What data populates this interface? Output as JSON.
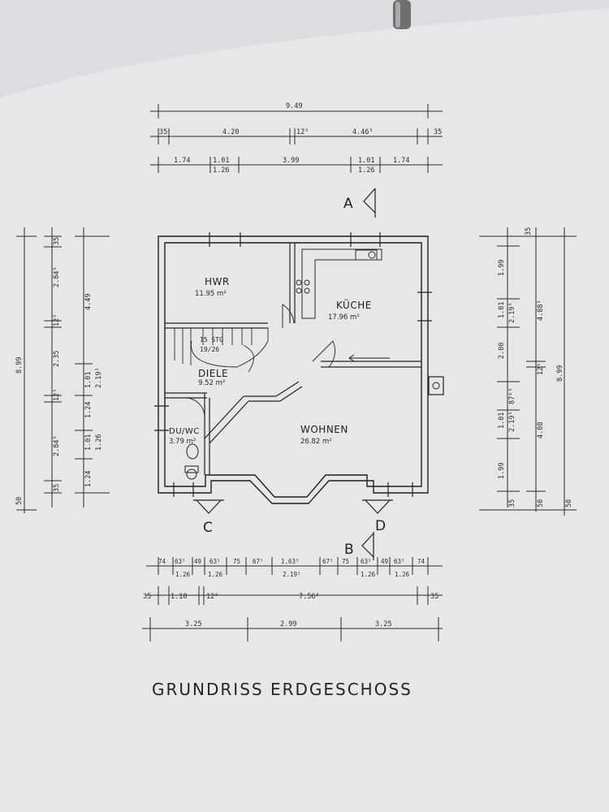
{
  "title": "GRUNDRISS ERDGESCHOSS",
  "rooms": [
    {
      "name": "HWR",
      "area": "11.95 m²"
    },
    {
      "name": "KÜCHE",
      "area": "17.96 m²"
    },
    {
      "name": "DIELE",
      "area": "9.52 m²"
    },
    {
      "name": "WOHNEN",
      "area": "26.82 m²"
    },
    {
      "name": "DU/WC",
      "area": "3.79 m²"
    }
  ],
  "stair": {
    "steps": "15 STG",
    "ratio": "19/26"
  },
  "section_markers": [
    "A",
    "B",
    "C",
    "D"
  ],
  "dims_top": {
    "overall": "9.49",
    "row2": [
      "35",
      "4.20",
      "12⁵",
      "4.46⁵",
      "35"
    ],
    "row3": [
      "1.74",
      "1.01",
      "1.26",
      "3.99",
      "1.01",
      "1.26",
      "1.74"
    ]
  },
  "dims_bottom": {
    "row1": [
      "74",
      "63⁵",
      "49",
      "63⁵",
      "75",
      "67⁵",
      "1.63⁵",
      "67⁵",
      "75",
      "63⁵",
      "49",
      "63⁵",
      "74"
    ],
    "row1_sub": [
      "1.26",
      "1.26",
      "2.19⁵",
      "1.26",
      "1.26"
    ],
    "row2": [
      "35",
      "1.10",
      "12⁵",
      "7.56⁵",
      "35"
    ],
    "row3": [
      "3.25",
      "2.99",
      "3.25"
    ]
  },
  "dims_left": {
    "inner": [
      "35",
      "2.84⁵",
      "12⁵",
      "2.35",
      "12⁵",
      "2.84⁵",
      "35"
    ],
    "middle": [
      "4.49",
      "1.01",
      "2.19⁵",
      "1.24",
      "1.01",
      "1.26",
      "1.24"
    ],
    "outer": [
      "8.99",
      "50"
    ]
  },
  "dims_right": {
    "inner": [
      "35",
      "1.99",
      "1.01",
      "2.19⁵",
      "2.00",
      "1.01",
      "2.19⁵",
      "1.99",
      "35"
    ],
    "middle": [
      "4.08⁵",
      "12⁵",
      "87⁶⁵",
      "4.08",
      "50"
    ],
    "outer": [
      "8.99",
      "50"
    ]
  }
}
